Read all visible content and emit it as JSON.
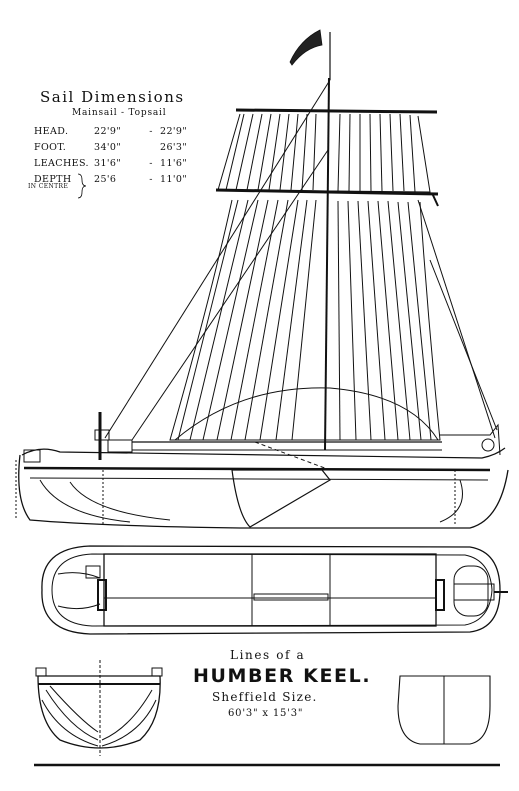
{
  "sail_dimensions": {
    "title": "Sail Dimensions",
    "subtitle": "Mainsail - Topsail",
    "rows": [
      {
        "label": "HEAD.",
        "mainsail": "22'9\"",
        "sep": "-",
        "topsail": "22'9\""
      },
      {
        "label": "FOOT.",
        "mainsail": "34'0\"",
        "sep": "",
        "topsail": "26'3\""
      },
      {
        "label": "LEACHES.",
        "mainsail": "31'6\"",
        "sep": "-",
        "topsail": "11'6\""
      },
      {
        "label": "DEPTH",
        "mainsail": "25'6",
        "sep": "-",
        "topsail": "11'0\""
      }
    ],
    "depth_note": "IN CENTRE"
  },
  "caption": {
    "line1": "Lines of a",
    "title": "HUMBER KEEL.",
    "size": "Sheffield Size.",
    "dimensions": "60'3\" x 15'3\""
  },
  "colors": {
    "ink": "#111111",
    "paper": "#ffffff"
  }
}
